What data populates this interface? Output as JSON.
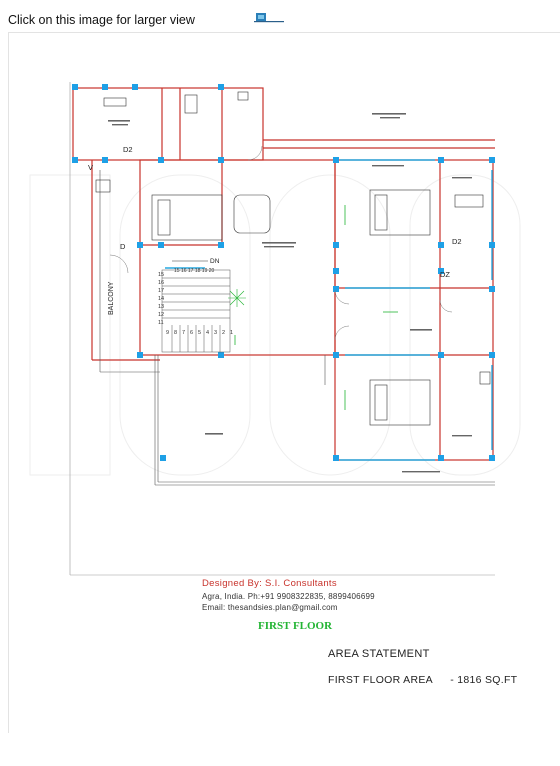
{
  "page": {
    "link_caption": "Click on this image for larger view"
  },
  "plan": {
    "room_labels": {
      "d2_top": "D2",
      "d2_right": "D2",
      "d2_mid": "DZ",
      "v": "V",
      "d_left": "D",
      "dn": "DN",
      "balcony": "BALCONY",
      "steps_up": "15 16 17 18 19 20",
      "steps_left": [
        "15",
        "16",
        "17",
        "14",
        "13",
        "12",
        "11"
      ],
      "steps_bottom": [
        "9",
        "8",
        "7",
        "6",
        "5",
        "4",
        "3",
        "2",
        "1"
      ]
    },
    "credits": {
      "designer": "Designed By: S.I. Consultants",
      "address": "Agra, India. Ph:+91 9908322835, 8899406699",
      "email": "Email: thesandsies.plan@gmail.com"
    },
    "floor_title": "FIRST FLOOR",
    "area_statement": {
      "title": "AREA STATEMENT",
      "label": "FIRST FLOOR AREA",
      "value": "-  1816 SQ.FT"
    },
    "colors": {
      "wall": "#c8332c",
      "window": "#26a9e0",
      "column": "#1ea0e6",
      "dim_green": "#22b433",
      "furniture": "#333333"
    }
  }
}
